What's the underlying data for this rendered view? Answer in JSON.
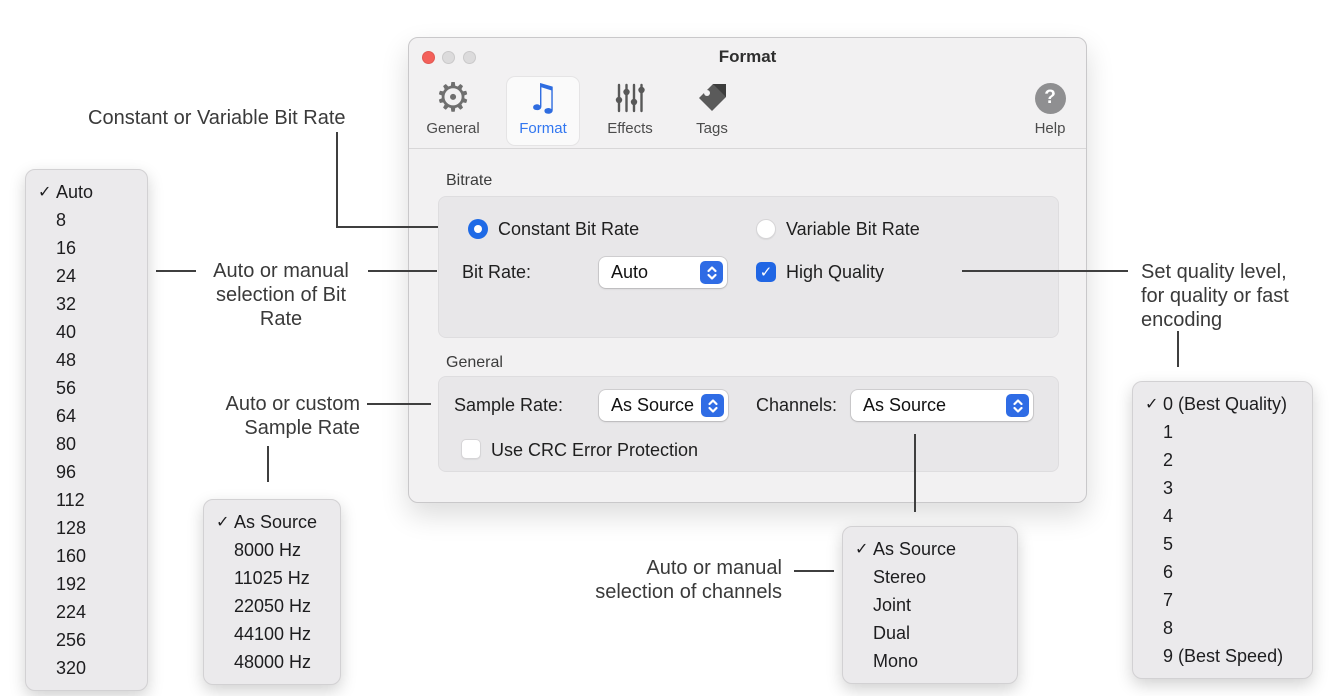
{
  "icons": {
    "checkmark": "✓",
    "gear": "⚙",
    "music_note": "♫",
    "help": "?"
  },
  "colors": {
    "accent": "#2066e4",
    "close_button": "#f4605a",
    "inactive_titlebar_buttons": "#dcdbdc",
    "selected_toolbar_text": "#3277f0",
    "menu_background": "#ebeaec",
    "window_background": "#f2f1f2"
  },
  "window": {
    "title": "Format",
    "toolbar": {
      "general": "General",
      "format": "Format",
      "effects": "Effects",
      "tags": "Tags",
      "help": "Help"
    },
    "bitrate": {
      "section_label": "Bitrate",
      "constant_radio": "Constant Bit Rate",
      "variable_radio": "Variable Bit Rate",
      "bit_rate_label": "Bit Rate:",
      "bit_rate_value": "Auto",
      "high_quality": "High Quality"
    },
    "general": {
      "section_label": "General",
      "sample_rate_label": "Sample Rate:",
      "sample_rate_value": "As Source",
      "channels_label": "Channels:",
      "channels_value": "As Source",
      "crc_checkbox": "Use CRC Error Protection"
    }
  },
  "menus": {
    "bit_rate": {
      "selected_index": 0,
      "items": [
        "Auto",
        "8",
        "16",
        "24",
        "32",
        "40",
        "48",
        "56",
        "64",
        "80",
        "96",
        "112",
        "128",
        "160",
        "192",
        "224",
        "256",
        "320"
      ]
    },
    "sample_rate": {
      "selected_index": 0,
      "items": [
        "As Source",
        "8000 Hz",
        "11025 Hz",
        "22050 Hz",
        "44100 Hz",
        "48000 Hz"
      ]
    },
    "channels": {
      "selected_index": 0,
      "items": [
        "As Source",
        "Stereo",
        "Joint",
        "Dual",
        "Mono"
      ]
    },
    "quality": {
      "selected_index": 0,
      "items": [
        "0 (Best Quality)",
        "1",
        "2",
        "3",
        "4",
        "5",
        "6",
        "7",
        "8",
        "9 (Best Speed)"
      ]
    }
  },
  "annotations": {
    "bit_rate_mode": "Constant or Variable Bit Rate",
    "bit_rate_selection_line1": "Auto or manual",
    "bit_rate_selection_line2": "selection of Bit Rate",
    "sample_rate_line1": "Auto or custom",
    "sample_rate_line2": "Sample Rate",
    "quality_line1": "Set quality level,",
    "quality_line2": "for quality or fast",
    "quality_line3": "encoding",
    "channels_line1": "Auto or manual",
    "channels_line2": "selection of channels"
  }
}
